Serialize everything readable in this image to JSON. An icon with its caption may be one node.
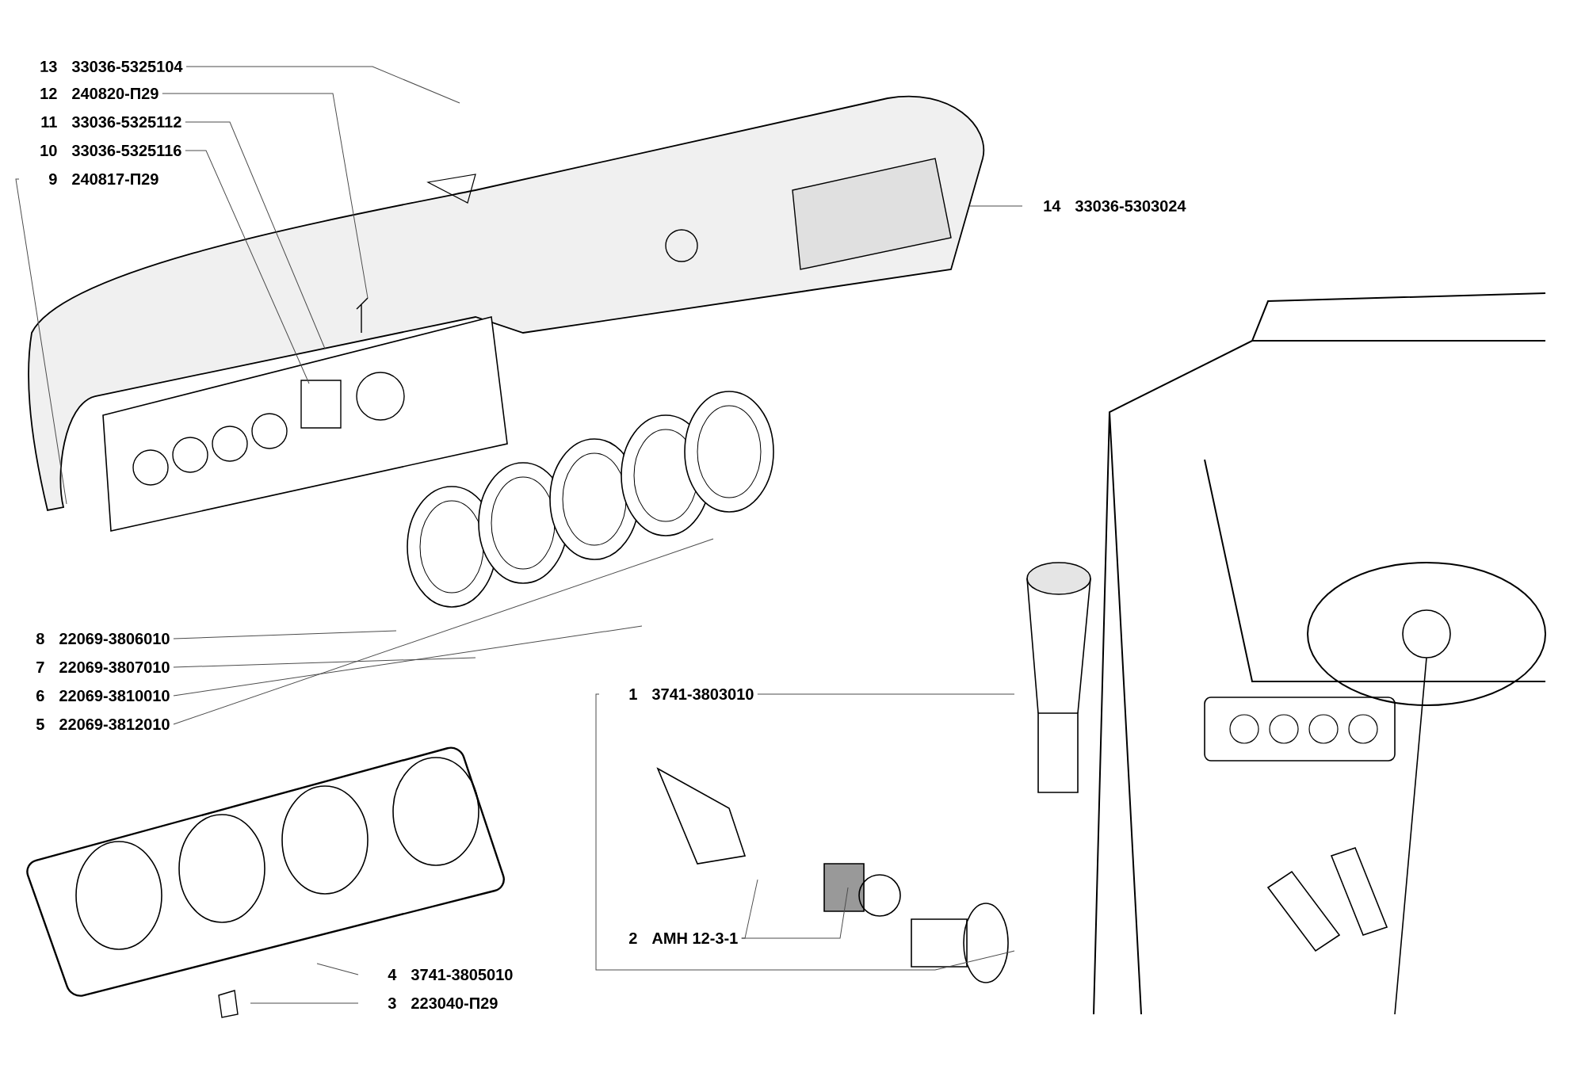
{
  "diagram": {
    "nodes": [
      {
        "text": [
          "13",
          "33036-5325104"
        ]
      },
      {
        "text": [
          "12",
          "240820-П29"
        ]
      },
      {
        "text": [
          "11",
          "33036-5325112"
        ]
      },
      {
        "text": [
          "10",
          "33036-5325116"
        ]
      },
      {
        "text": [
          "9",
          "240817-П29"
        ]
      },
      {
        "text": [
          "14",
          "33036-5303024"
        ]
      },
      {
        "text": [
          "8",
          "22069-3806010"
        ]
      },
      {
        "text": [
          "7",
          "22069-3807010"
        ]
      },
      {
        "text": [
          "6",
          "22069-3810010"
        ]
      },
      {
        "text": [
          "5",
          "22069-3812010"
        ]
      },
      {
        "text": [
          "1",
          "3741-3803010"
        ]
      },
      {
        "text": [
          "2",
          "АМН 12-3-1"
        ]
      },
      {
        "text": [
          "4",
          "3741-3805010"
        ]
      },
      {
        "text": [
          "3",
          "223040-П29"
        ]
      }
    ],
    "edges": [
      {
        "from": 0,
        "to": null,
        "arrow": "none"
      },
      {
        "from": 1,
        "to": null,
        "arrow": "none"
      },
      {
        "from": 2,
        "to": null,
        "arrow": "none"
      },
      {
        "from": 3,
        "to": null,
        "arrow": "none"
      },
      {
        "from": 4,
        "to": null,
        "arrow": "none"
      },
      {
        "from": 5,
        "to": null,
        "arrow": "none"
      },
      {
        "from": 6,
        "to": null,
        "arrow": "none"
      },
      {
        "from": 7,
        "to": null,
        "arrow": "none"
      },
      {
        "from": 8,
        "to": null,
        "arrow": "none"
      },
      {
        "from": 9,
        "to": null,
        "arrow": "none"
      },
      {
        "from": 10,
        "to": null,
        "arrow": "none"
      },
      {
        "from": 10,
        "to": null,
        "arrow": "none"
      },
      {
        "from": 11,
        "to": null,
        "arrow": "none"
      },
      {
        "from": 11,
        "to": null,
        "arrow": "none"
      },
      {
        "from": 12,
        "to": null,
        "arrow": "none"
      },
      {
        "from": 13,
        "to": null,
        "arrow": "none"
      }
    ]
  }
}
